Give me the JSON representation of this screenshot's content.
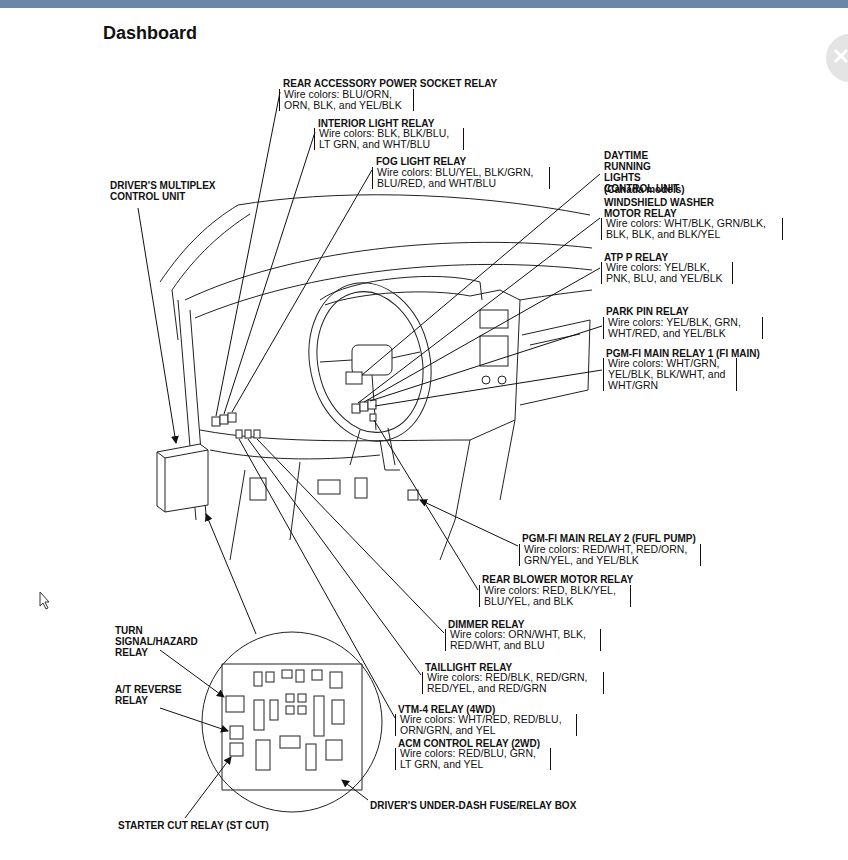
{
  "diagram": {
    "title": "Dashboard",
    "labels": [
      "REAR ACCESSORY POWER SOCKET RELAY",
      "Wire colors: BLU/ORN, ORN, BLK, and YEL/BLK",
      "INTERIOR LIGHT RELAY",
      "Wire colors: BLK, BLK/BLU, LT GRN, and WHT/BLU",
      "FOG LIGHT RELAY",
      "Wire colors: BLU/YEL, BLK/GRN, BLU/RED, and WHT/BLU",
      "DRIVER'S MULTIPLEX CONTROL UNIT",
      "DAYTIME RUNNING LIGHTS CONTROL UNIT",
      "(Canada models)",
      "WINDSHIELD WASHER MOTOR RELAY",
      "Wire colors: WHT/BLK, GRN/BLK, BLK, BLK, and BLK/YEL",
      "ATP P RELAY",
      "Wire colors: YEL/BLK, PNK, BLU, and YEL/BLK",
      "PARK PIN RELAY",
      "Wire colors: YEL/BLK, GRN, WHT/RED, and YEL/BLK",
      "PGM-FI MAIN RELAY 1 (FI MAIN)",
      "Wire colors: WHT/GRN, YEL/BLK, BLK/WHT, and WHT/GRN",
      "PGM-FI MAIN RELAY 2 (FUFL PUMP)",
      "Wire colors: RED/WHT, RED/ORN, GRN/YEL, and YEL/BLK",
      "REAR BLOWER MOTOR RELAY",
      "Wire colors: RED, BLK/YEL, BLU/YEL, and BLK",
      "DIMMER RELAY",
      "Wire colors: ORN/WHT, BLK, RED/WHT, and BLU",
      "TAILLIGHT RELAY",
      "Wire colors: RED/BLK, RED/GRN, RED/YEL, and RED/GRN",
      "VTM-4 RELAY (4WD)",
      "Wire colors: WHT/RED, RED/BLU, ORN/GRN, and YEL",
      "ACM CONTROL RELAY (2WD)",
      "Wire colors: RED/BLU, GRN, LT GRN, and YEL",
      "TURN SIGNAL/HAZARD RELAY",
      "A/T REVERSE RELAY",
      "STARTER CUT RELAY (ST CUT)",
      "DRIVER'S UNDER-DASH FUSE/RELAY BOX"
    ]
  }
}
